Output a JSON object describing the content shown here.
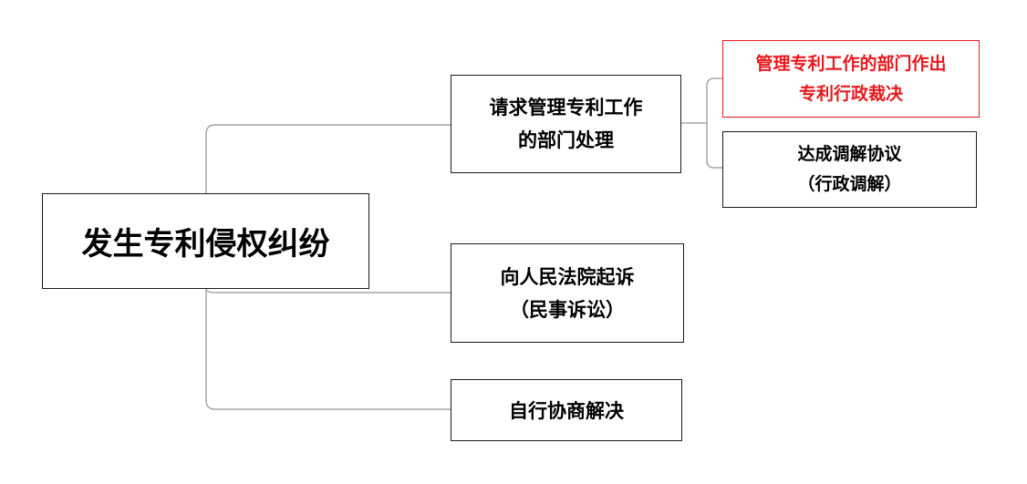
{
  "root": {
    "label": "发生专利侵权纠纷"
  },
  "branches": [
    {
      "lines": [
        "请求管理专利工作",
        "的部门处理"
      ],
      "children": [
        {
          "lines": [
            "管理专利工作的部门作出",
            "专利行政裁决"
          ],
          "highlight": true,
          "color": "#e8191d"
        },
        {
          "lines": [
            "达成调解协议",
            "（行政调解）"
          ],
          "highlight": false
        }
      ]
    },
    {
      "lines": [
        "向人民法院起诉",
        "（民事诉讼）"
      ]
    },
    {
      "lines": [
        "自行协商解决"
      ]
    }
  ],
  "colors": {
    "connector": "#a6a6a6",
    "border": "#1a1a1a",
    "highlight": "#e8191d"
  }
}
